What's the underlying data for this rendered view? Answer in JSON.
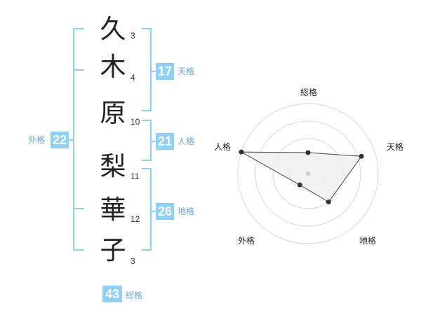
{
  "name": {
    "characters": [
      {
        "char": "久",
        "strokes": "3"
      },
      {
        "char": "木",
        "strokes": "4"
      },
      {
        "char": "原",
        "strokes": "10"
      },
      {
        "char": "梨",
        "strokes": "11"
      },
      {
        "char": "華",
        "strokes": "12"
      },
      {
        "char": "子",
        "strokes": "3"
      }
    ]
  },
  "fortunes": {
    "tenkaku": {
      "value": "17",
      "label": "天格"
    },
    "jinkaku": {
      "value": "21",
      "label": "人格"
    },
    "chikaku": {
      "value": "26",
      "label": "地格"
    },
    "gaikaku": {
      "value": "22",
      "label": "外格"
    },
    "soukaku": {
      "value": "43",
      "label": "総格"
    }
  },
  "chart_data": {
    "type": "radar",
    "axes": [
      "総格",
      "天格",
      "地格",
      "外格",
      "人格"
    ],
    "values": [
      0.3,
      0.8,
      0.5,
      0.2,
      1.0
    ],
    "rmax": 1.0,
    "rings": 4,
    "colors": {
      "fill": "#f0f0f0",
      "line": "#444444",
      "ring": "#d8d8d8",
      "point": "#333333"
    }
  },
  "colors": {
    "accent": "#8fd0f7",
    "accent_text": "#6aa6e0"
  }
}
